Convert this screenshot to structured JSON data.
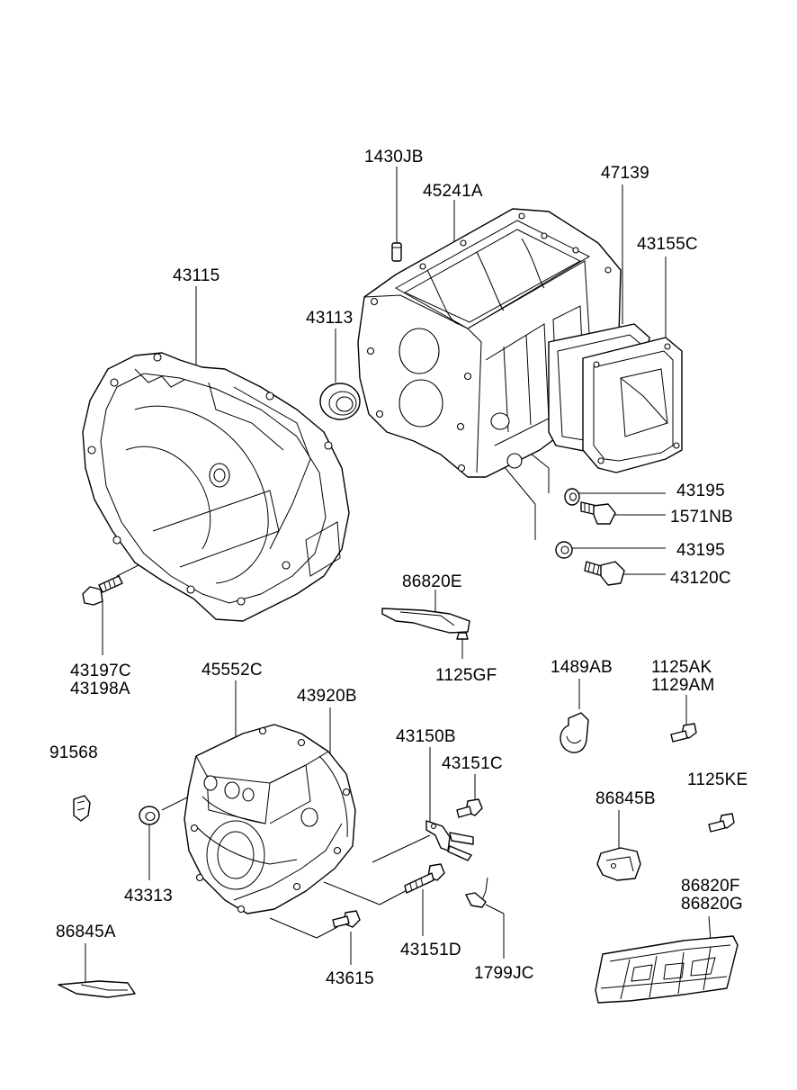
{
  "diagram": {
    "labels": {
      "p1430JB": "1430JB",
      "p45241A": "45241A",
      "p47139": "47139",
      "p43155C": "43155C",
      "p43115": "43115",
      "p43113": "43113",
      "p43195a": "43195",
      "p1571NB": "1571NB",
      "p43195b": "43195",
      "p43120C": "43120C",
      "p86820E": "86820E",
      "p43197C": "43197C",
      "p43198A": "43198A",
      "p1125GF": "1125GF",
      "p45552C": "45552C",
      "p43920B": "43920B",
      "p1489AB": "1489AB",
      "p1125AK": "1125AK",
      "p1129AM": "1129AM",
      "p91568": "91568",
      "p43150B": "43150B",
      "p43151C": "43151C",
      "p86845B": "86845B",
      "p1125KE": "1125KE",
      "p43313": "43313",
      "p86820F": "86820F",
      "p86820G": "86820G",
      "p86845A": "86845A",
      "p43151D": "43151D",
      "p1799JC": "1799JC",
      "p43615": "43615"
    }
  }
}
